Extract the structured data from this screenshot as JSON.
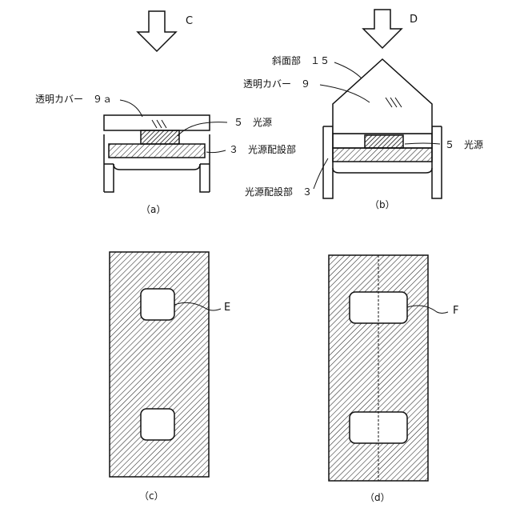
{
  "arrows": {
    "left": "C",
    "right": "D"
  },
  "figure_a": {
    "caption": "（a）",
    "label_cover": "透明カバー　９ａ",
    "label_source": "５　光源",
    "label_base": "３　光源配設部"
  },
  "figure_b": {
    "caption": "（b）",
    "label_slope": "斜面部　１５",
    "label_cover": "透明カバー　９",
    "label_source": "５　光源",
    "label_base": "光源配設部　３"
  },
  "figure_c": {
    "caption": "（c）",
    "label_region": "E"
  },
  "figure_d": {
    "caption": "（d）",
    "label_region": "F"
  }
}
